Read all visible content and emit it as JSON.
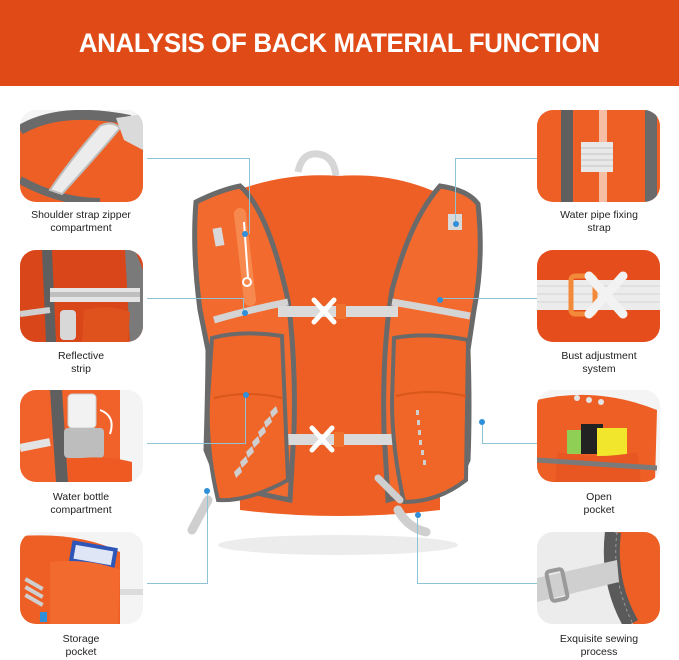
{
  "header": {
    "title": "ANALYSIS OF BACK MATERIAL FUNCTION",
    "background_color": "#e04a17",
    "text_color": "#ffffff"
  },
  "colors": {
    "vest_orange": "#f0622a",
    "trim_gray": "#6a6a6a",
    "strap_light": "#dcdcdc",
    "connector_line": "#8ec3d6",
    "marker_dot": "#2f8fd8"
  },
  "features": {
    "left": [
      {
        "label": "Shoulder strap zipper compartment",
        "line1": "Shoulder strap zipper",
        "line2": "compartment",
        "icon": "zipper-pocket-icon"
      },
      {
        "label": "Reflective strip",
        "line1": "Reflective",
        "line2": "strip",
        "icon": "reflective-strip-icon"
      },
      {
        "label": "Water bottle compartment",
        "line1": "Water bottle",
        "line2": "compartment",
        "icon": "water-bottle-icon"
      },
      {
        "label": "Storage pocket",
        "line1": "Storage",
        "line2": "pocket",
        "icon": "storage-pocket-icon"
      }
    ],
    "right": [
      {
        "label": "Water pipe fixing strap",
        "line1": "Water pipe fixing",
        "line2": "strap",
        "icon": "pipe-strap-icon"
      },
      {
        "label": "Bust adjustment system",
        "line1": "Bust adjustment",
        "line2": "system",
        "icon": "buckle-icon"
      },
      {
        "label": "Open pocket",
        "line1": "Open",
        "line2": "pocket",
        "icon": "open-pocket-icon"
      },
      {
        "label": "Exquisite sewing process",
        "line1": "Exquisite sewing",
        "line2": "process",
        "icon": "sewing-stitch-icon"
      }
    ]
  }
}
